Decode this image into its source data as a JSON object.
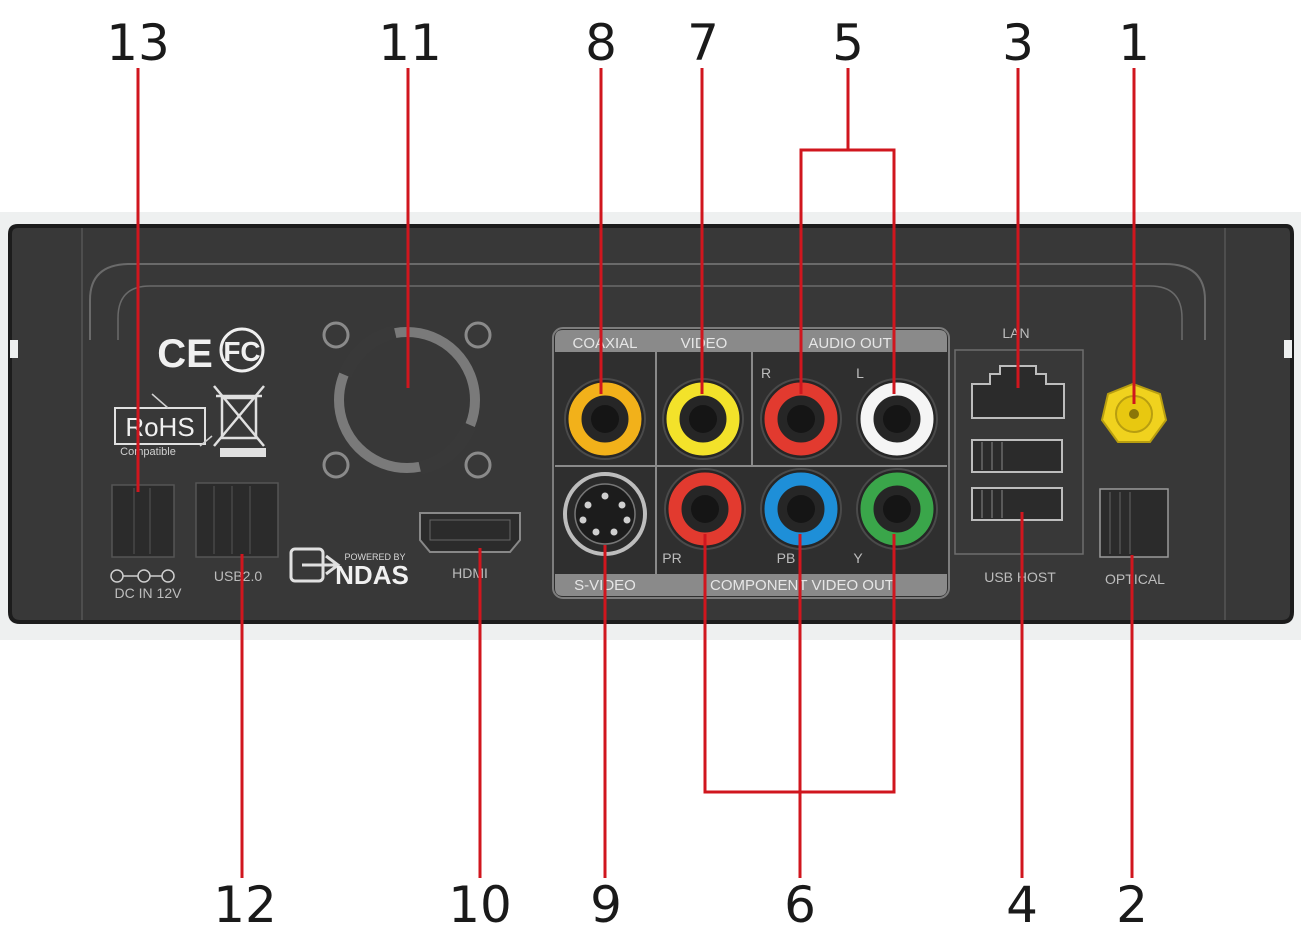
{
  "callouts": {
    "c1": "1",
    "c2": "2",
    "c3": "3",
    "c4": "4",
    "c5": "5",
    "c6": "6",
    "c7": "7",
    "c8": "8",
    "c9": "9",
    "c10": "10",
    "c11": "11",
    "c12": "12",
    "c13": "13"
  },
  "labels": {
    "coaxial": "COAXIAL",
    "video": "VIDEO",
    "audio_out": "AUDIO OUT",
    "audio_r": "R",
    "audio_l": "L",
    "s_video": "S-VIDEO",
    "component_video_out": "COMPONENT VIDEO OUT",
    "pr": "PR",
    "pb": "PB",
    "y": "Y",
    "lan": "LAN",
    "usb_host": "USB HOST",
    "optical": "OPTICAL",
    "hdmi": "HDMI",
    "usb20": "USB2.0",
    "dc_in": "DC IN 12V",
    "ce": "CE",
    "fc": "FC",
    "rohs": "RoHS",
    "rohs_compatible": "Compatible",
    "ndas_powered": "POWERED BY",
    "ndas": "NDAS"
  },
  "colors": {
    "panel": "#3a3a3a",
    "panel_edge": "#1f1f1f",
    "leader": "#d0161e",
    "coaxial_port": "#f2b11a",
    "video_port": "#f3e22a",
    "red_port": "#e23a2f",
    "white_port": "#f5f5f5",
    "blue_port": "#1e8fd8",
    "green_port": "#3aa64a",
    "antenna": "#f0d21e"
  }
}
